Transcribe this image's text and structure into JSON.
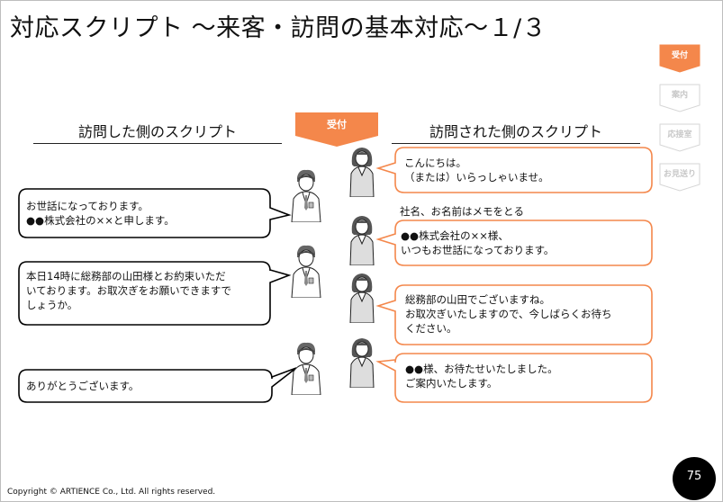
{
  "title": "対応スクリプト 〜来客・訪問の基本対応〜１/３",
  "left_header": "訪問した側のスクリプト",
  "right_header": "訪問された側のスクリプト",
  "center_badge": "受付",
  "side_tabs": [
    {
      "label": "受付",
      "active": true
    },
    {
      "label": "案内",
      "active": false
    },
    {
      "label": "応接室",
      "active": false
    },
    {
      "label": "お見送り",
      "active": false
    }
  ],
  "visitor_lines": [
    [
      "お世話になっております。",
      "●●株式会社の××と申します。"
    ],
    [
      "本日14時に総務部の山田様とお約束いただ",
      "いております。お取次ぎをお願いできますで",
      "しょうか。"
    ],
    [
      "ありがとうございます。"
    ]
  ],
  "receptionist_lines": [
    [
      "こんにちは。",
      "（または）いらっしゃいませ。"
    ],
    [
      "●●株式会社の××様、",
      "いつもお世話になっております。"
    ],
    [
      "総務部の山田でございますね。",
      "お取次ぎいたしますので、今しばらくお待ち",
      "ください。"
    ],
    [
      "●●様、お待たせいたしました。",
      "ご案内いたします。"
    ]
  ],
  "note": "社名、お名前はメモをとる",
  "copyright": "Copyright © ARTIENCE Co., Ltd. All rights reserved.",
  "page_number": "75",
  "colors": {
    "accent": "#f4874b",
    "tab_inactive": "#d6d6d6"
  }
}
